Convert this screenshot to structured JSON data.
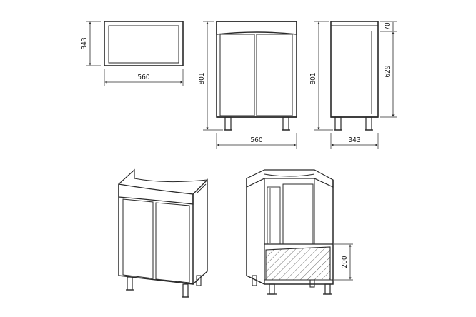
{
  "dimensions": {
    "top_view_depth": "343",
    "top_view_width": "560",
    "front_view_height": "801",
    "front_view_width": "560",
    "side_view_height": "801",
    "side_view_depth": "343",
    "side_view_top": "70",
    "side_view_body": "629",
    "iso_shelf_height": "200"
  },
  "colors": {
    "line": "#2a2a2a",
    "hatch": "#6a6a6a",
    "background": "#ffffff"
  }
}
